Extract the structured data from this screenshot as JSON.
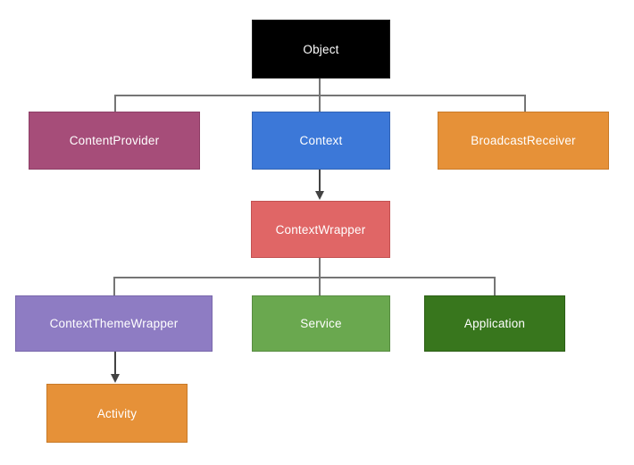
{
  "diagram": {
    "background": "#ffffff",
    "connector_color": "#757575",
    "arrow_color": "#434343",
    "text_color": "#ffffff",
    "nodes": {
      "object": {
        "label": "Object",
        "fill": "#000000",
        "border": "#1f1f1f"
      },
      "content_provider": {
        "label": "ContentProvider",
        "fill": "#a64d79",
        "border": "#8d3e66"
      },
      "context": {
        "label": "Context",
        "fill": "#3c78d8",
        "border": "#3163b4"
      },
      "broadcast_receiver": {
        "label": "BroadcastReceiver",
        "fill": "#e69138",
        "border": "#c87a28"
      },
      "context_wrapper": {
        "label": "ContextWrapper",
        "fill": "#e06666",
        "border": "#c25151"
      },
      "context_theme_wrapper": {
        "label": "ContextThemeWrapper",
        "fill": "#8e7cc3",
        "border": "#7968ab"
      },
      "service": {
        "label": "Service",
        "fill": "#6aa84f",
        "border": "#578c40"
      },
      "application": {
        "label": "Application",
        "fill": "#38761d",
        "border": "#2c5e15"
      },
      "activity": {
        "label": "Activity",
        "fill": "#e69138",
        "border": "#c87a28"
      }
    },
    "edges": [
      {
        "from": "Object",
        "to": "ContentProvider",
        "type": "tree"
      },
      {
        "from": "Object",
        "to": "Context",
        "type": "tree"
      },
      {
        "from": "Object",
        "to": "BroadcastReceiver",
        "type": "tree"
      },
      {
        "from": "Context",
        "to": "ContextWrapper",
        "type": "arrow"
      },
      {
        "from": "ContextWrapper",
        "to": "ContextThemeWrapper",
        "type": "tree"
      },
      {
        "from": "ContextWrapper",
        "to": "Service",
        "type": "tree"
      },
      {
        "from": "ContextWrapper",
        "to": "Application",
        "type": "tree"
      },
      {
        "from": "ContextThemeWrapper",
        "to": "Activity",
        "type": "arrow"
      }
    ]
  }
}
